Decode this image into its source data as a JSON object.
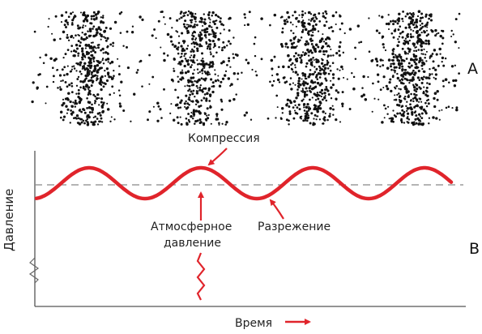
{
  "panel_a_label": "A",
  "panel_b_label": "B",
  "labels": {
    "compression": "Компрессия",
    "atmospheric_line1": "Атмосферное",
    "atmospheric_line2": "давление",
    "rarefaction": "Разрежение",
    "y_axis": "Давление",
    "x_axis": "Время"
  },
  "colors": {
    "wave": "#e0242b",
    "arrow": "#e0242b",
    "dots": "#111111",
    "axis": "#555555",
    "baseline": "#888888"
  },
  "icons": {
    "time_arrow": "arrow-right-icon",
    "axis_break": "zigzag-break-icon"
  }
}
